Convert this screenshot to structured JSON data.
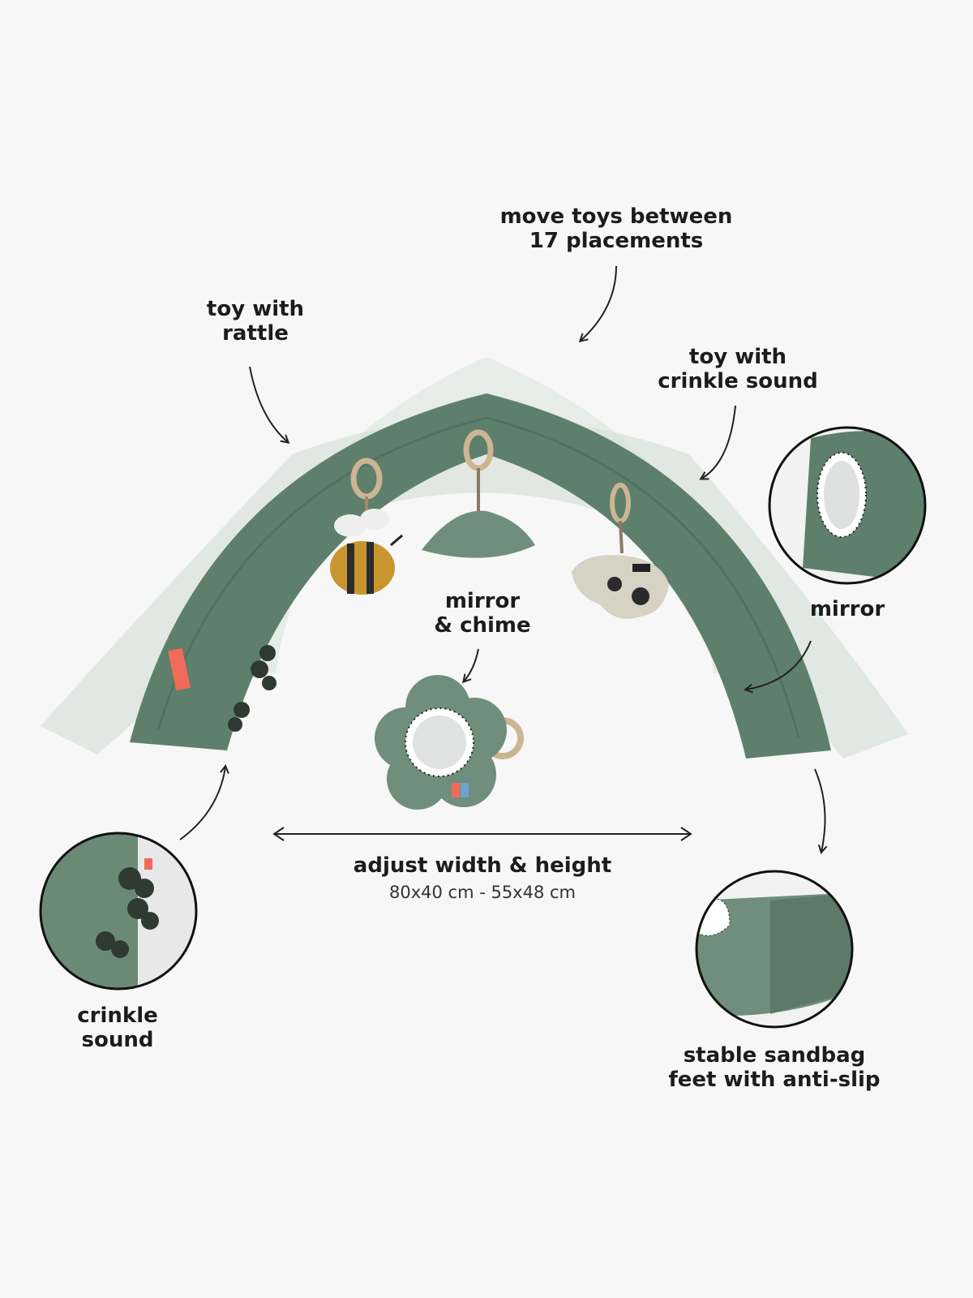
{
  "callouts": {
    "moves_toys": "move toys between\n17 placements",
    "rattle_toy": "toy with\nrattle",
    "crinkle_toy": "toy with\ncrinkle sound",
    "mirror_chime": "mirror\n& chime",
    "mirror": "mirror",
    "adjust": "adjust width & height",
    "adjust_sizes": "80x40 cm - 55x48 cm",
    "crinkle_sound": "crinkle\nsound",
    "sandbag_feet": "stable sandbag\nfeet with anti-slip"
  },
  "colors": {
    "arch_green": "#5e7f6c",
    "arch_ghost": "#cfdcd4",
    "background": "#f7f7f7",
    "tag_red": "#f06a5a",
    "bee_yellow": "#c9952e",
    "ring_beige": "#cdb592"
  }
}
